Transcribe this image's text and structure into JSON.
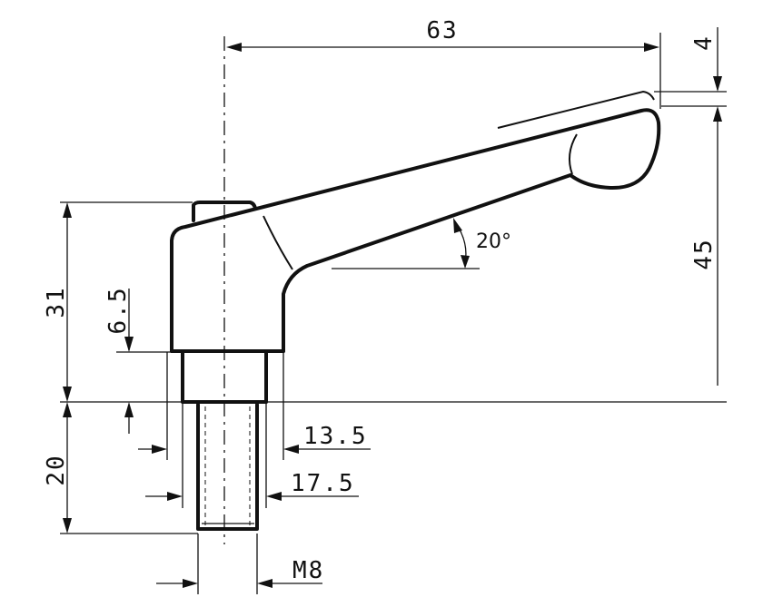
{
  "dimensions": {
    "overall_length": "63",
    "top_offset": "4",
    "lever_height": "45",
    "hub_height": "31",
    "collar_height": "6.5",
    "thread_length": "20",
    "collar_diameter": "13.5",
    "hub_diameter": "17.5",
    "thread_size": "M8",
    "lever_angle": "20°"
  }
}
